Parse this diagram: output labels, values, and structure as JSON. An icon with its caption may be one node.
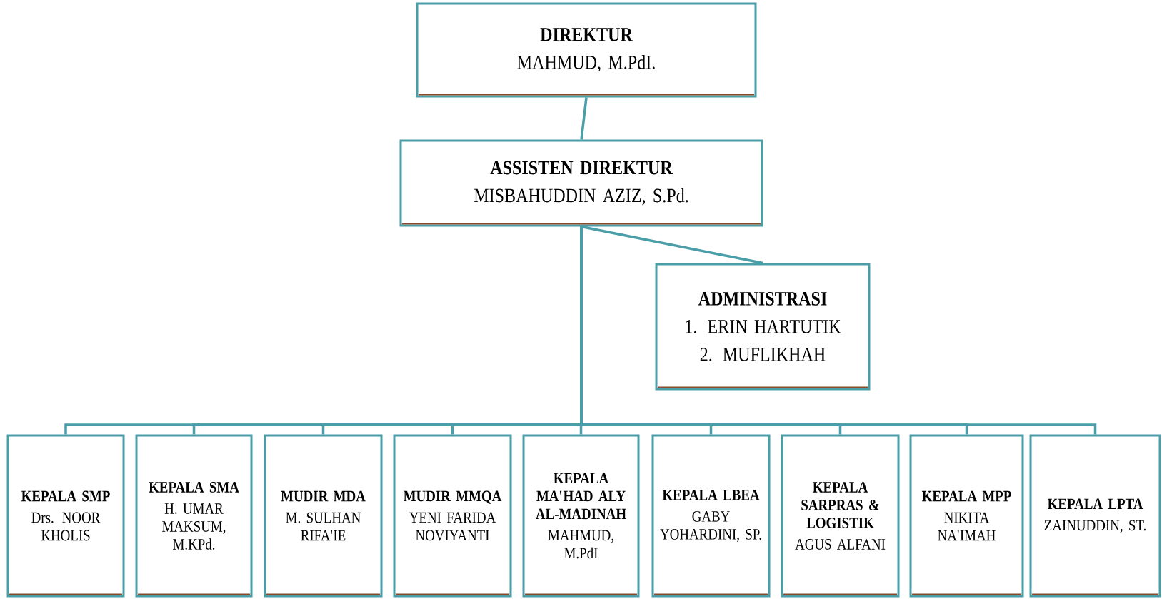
{
  "diagram": {
    "nodes": [
      {
        "text": [
          "DIREKTUR",
          "MAHMUD, M.PdI."
        ]
      },
      {
        "text": [
          "ASSISTEN DIREKTUR",
          "MISBAHUDDIN AZIZ, S.Pd."
        ]
      },
      {
        "text": [
          "ADMINISTRASI",
          "1. ERIN HARTUTIK",
          "2. MUFLIKHAH"
        ]
      },
      {
        "text": [
          "KEPALA SMP",
          "Drs. NOOR KHOLIS"
        ]
      },
      {
        "text": [
          "KEPALA SMA",
          "H. UMAR MAKSUM, M.KPd."
        ]
      },
      {
        "text": [
          "MUDIR MDA",
          "M. SULHAN RIFA'IE"
        ]
      },
      {
        "text": [
          "MUDIR MMQA",
          "YENI FARIDA NOVIYANTI"
        ]
      },
      {
        "text": [
          "KEPALA MA'HAD ALY AL-MADINAH",
          "MAHMUD, M.PdI"
        ]
      },
      {
        "text": [
          "KEPALA LBEA",
          "GABY YOHARDINI, SP."
        ]
      },
      {
        "text": [
          "KEPALA SARPRAS & LOGISTIK",
          "AGUS ALFANI"
        ]
      },
      {
        "text": [
          "KEPALA MPP",
          "NIKITA NA'IMAH"
        ]
      },
      {
        "text": [
          "KEPALA LPTA",
          "ZAINUDDIN, ST."
        ]
      }
    ],
    "edges": [
      {
        "from": 0,
        "to": 1,
        "arrow": "none"
      },
      {
        "from": 1,
        "to": 2,
        "arrow": "none"
      },
      {
        "from": 1,
        "to": 3,
        "arrow": "none"
      },
      {
        "from": 1,
        "to": 4,
        "arrow": "none"
      },
      {
        "from": 1,
        "to": 5,
        "arrow": "none"
      },
      {
        "from": 1,
        "to": 6,
        "arrow": "none"
      },
      {
        "from": 1,
        "to": 7,
        "arrow": "none"
      },
      {
        "from": 1,
        "to": 8,
        "arrow": "none"
      },
      {
        "from": 1,
        "to": 9,
        "arrow": "none"
      },
      {
        "from": 1,
        "to": 10,
        "arrow": "none"
      },
      {
        "from": 1,
        "to": 11,
        "arrow": "none"
      }
    ]
  }
}
